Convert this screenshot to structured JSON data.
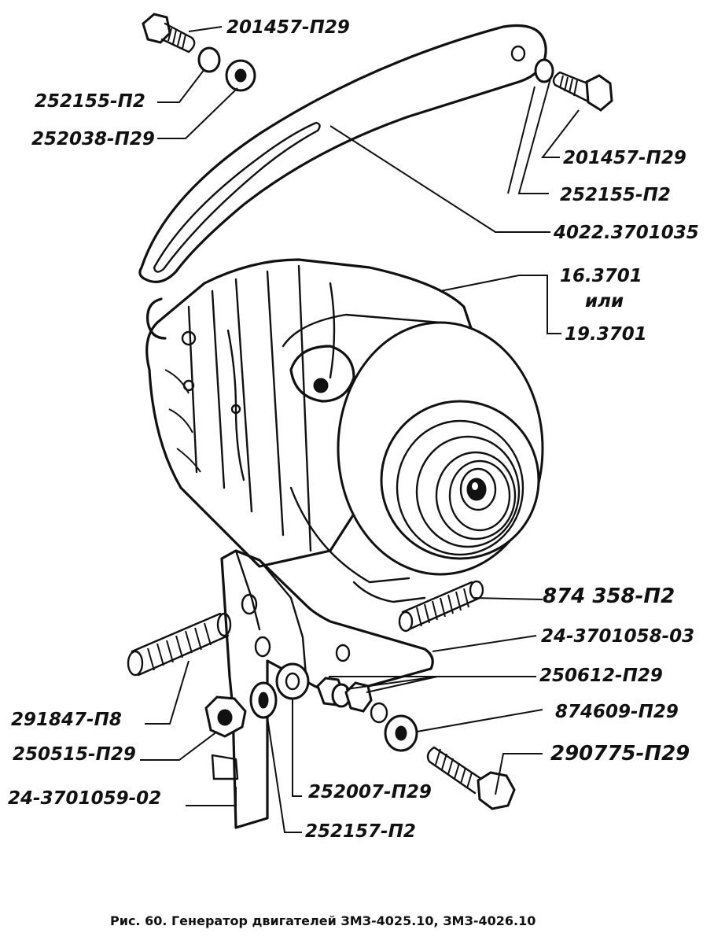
{
  "labels": {
    "bolt_top_left": "201457-П29",
    "spring_washer_top_left": "252155-П2",
    "flat_washer_top_left": "252038-П29",
    "bolt_top_right": "201457-П29",
    "spring_washer_top_right": "252155-П2",
    "tension_bar": "4022.3701035",
    "generator_a": "16.3701",
    "generator_or": "или",
    "generator_b": "19.3701",
    "stud_right": "874 358-П2",
    "bracket_right": "24-3701058-03",
    "nut_right": "250612-П29",
    "washer_right": "874609-П29",
    "bolt_bottom_right": "290775-П29",
    "stud_left": "291847-П8",
    "nut_left": "250515-П29",
    "bracket_left": "24-3701059-02",
    "washer_flat_bottom": "252007-П29",
    "washer_spring_bottom": "252157-П2"
  },
  "caption": "Рис. 60. Генератор двигателей ЗМЗ-4025.10, ЗМЗ-4026.10"
}
